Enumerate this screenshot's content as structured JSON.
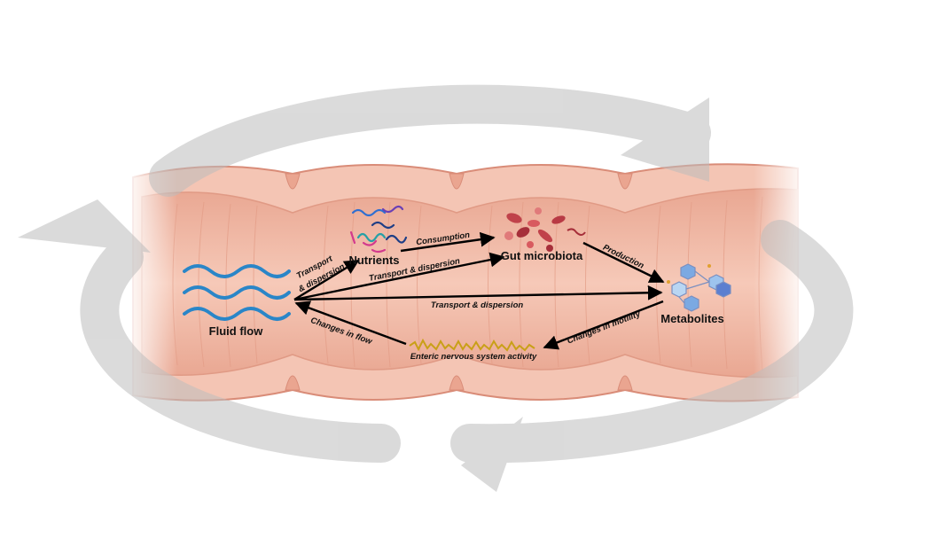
{
  "nodes": {
    "fluid_flow": "Fluid flow",
    "nutrients": "Nutrients",
    "gut_microbiota": "Gut microbiota",
    "metabolites": "Metabolites",
    "enteric_nervous_system": "Enteric nervous system activity"
  },
  "edges": {
    "fluid_to_nutrients_line1": "Transport",
    "fluid_to_nutrients_line2": "& dispersion",
    "fluid_to_microbiota": "Transport & dispersion",
    "nutrients_to_microbiota": "Consumption",
    "microbiota_to_metabolites": "Production",
    "fluid_to_metabolites": "Transport & dispersion",
    "metabolites_to_ens": "Changes in motility",
    "ens_to_fluid": "Changes in flow"
  },
  "colors": {
    "gut_wall": "#f2bfae",
    "gut_fold": "#e8a690",
    "gut_outline": "#d9887a",
    "cycle_arrow": "#c8c8c8",
    "water": "#2a86c8",
    "ens_signal": "#c9a018",
    "arrow": "#000000"
  },
  "icons": [
    "waves-icon",
    "nutrient-strands-icon",
    "bacteria-cluster-icon",
    "molecule-icon",
    "nerve-signal-icon",
    "cycle-arrows-icon"
  ]
}
